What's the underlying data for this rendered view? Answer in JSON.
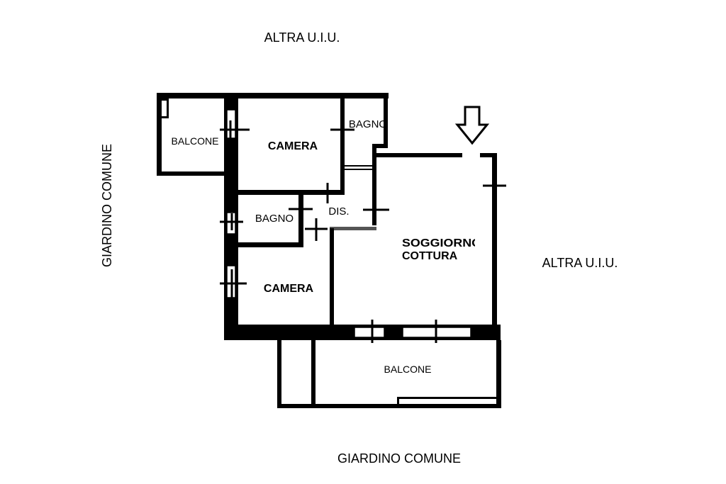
{
  "surroundings": {
    "top": "ALTRA U.I.U.",
    "right": "ALTRA U.I.U.",
    "left": "GIARDINO COMUNE",
    "bottom": "GIARDINO COMUNE"
  },
  "rooms": {
    "balcone_left": "BALCONE",
    "camera_top": "CAMERA",
    "bagno_top": "BAGNO",
    "dis": "DIS.",
    "bagno_mid": "BAGNO",
    "camera_bottom": "CAMERA",
    "soggiorno_line1": "SOGGIORNO",
    "soggiorno_line2": "COTTURA",
    "balcone_bottom": "BALCONE"
  },
  "entrance_icon": "down-arrow-icon"
}
